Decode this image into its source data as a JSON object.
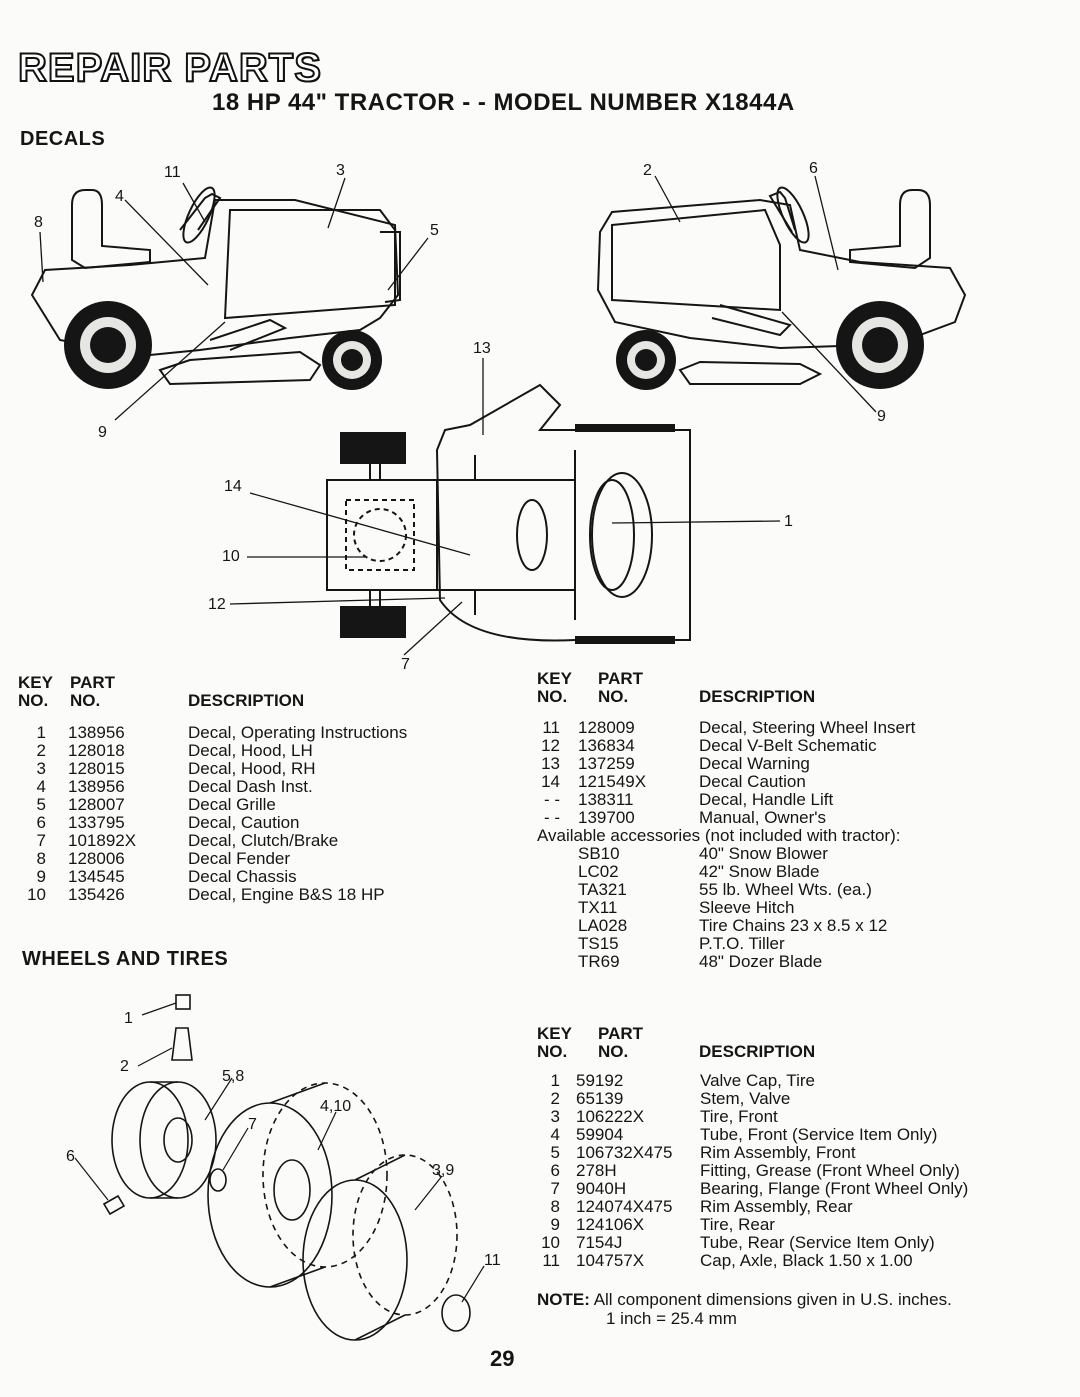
{
  "header": {
    "title": "REPAIR PARTS",
    "subtitle": "18 HP 44\" TRACTOR - - MODEL NUMBER X1844A"
  },
  "decals": {
    "section_title": "DECALS",
    "callouts": [
      "11",
      "3",
      "4",
      "8",
      "5",
      "9",
      "2",
      "6",
      "9",
      "13",
      "14",
      "10",
      "12",
      "1",
      "7"
    ],
    "table_left": {
      "headers": {
        "key_top": "KEY",
        "part_top": "PART",
        "key": "NO.",
        "part": "NO.",
        "description": "DESCRIPTION"
      },
      "rows": [
        {
          "key": "1",
          "part": "138956",
          "desc": "Decal, Operating Instructions"
        },
        {
          "key": "2",
          "part": "128018",
          "desc": "Decal, Hood, LH"
        },
        {
          "key": "3",
          "part": "128015",
          "desc": "Decal, Hood, RH"
        },
        {
          "key": "4",
          "part": "138956",
          "desc": "Decal Dash Inst."
        },
        {
          "key": "5",
          "part": "128007",
          "desc": "Decal Grille"
        },
        {
          "key": "6",
          "part": "133795",
          "desc": "Decal, Caution"
        },
        {
          "key": "7",
          "part": "101892X",
          "desc": "Decal, Clutch/Brake"
        },
        {
          "key": "8",
          "part": "128006",
          "desc": "Decal Fender"
        },
        {
          "key": "9",
          "part": "134545",
          "desc": "Decal Chassis"
        },
        {
          "key": "10",
          "part": "135426",
          "desc": "Decal, Engine B&S 18 HP"
        }
      ]
    },
    "table_right": {
      "headers": {
        "key_top": "KEY",
        "part_top": "PART",
        "key": "NO.",
        "part": "NO.",
        "description": "DESCRIPTION"
      },
      "rows": [
        {
          "key": "11",
          "part": "128009",
          "desc": "Decal, Steering Wheel Insert"
        },
        {
          "key": "12",
          "part": "136834",
          "desc": "Decal V-Belt Schematic"
        },
        {
          "key": "13",
          "part": "137259",
          "desc": "Decal Warning"
        },
        {
          "key": "14",
          "part": "121549X",
          "desc": "Decal Caution"
        },
        {
          "key": "- -",
          "part": "138311",
          "desc": "Decal, Handle Lift"
        },
        {
          "key": "- -",
          "part": "139700",
          "desc": "Manual, Owner's"
        }
      ],
      "accessories_title": "Available accessories (not included with tractor):",
      "accessories": [
        {
          "part": "SB10",
          "desc": "40\" Snow Blower"
        },
        {
          "part": "LC02",
          "desc": "42\" Snow Blade"
        },
        {
          "part": "TA321",
          "desc": "55 lb. Wheel Wts. (ea.)"
        },
        {
          "part": "TX11",
          "desc": "Sleeve Hitch"
        },
        {
          "part": "LA028",
          "desc": "Tire Chains  23 x 8.5 x 12"
        },
        {
          "part": "TS15",
          "desc": "P.T.O. Tiller"
        },
        {
          "part": "TR69",
          "desc": "48\" Dozer Blade"
        }
      ]
    }
  },
  "wheels": {
    "section_title": "WHEELS AND TIRES",
    "callouts": [
      "1",
      "2",
      "5,8",
      "4,10",
      "7",
      "6",
      "3,9",
      "11"
    ],
    "table": {
      "headers": {
        "key_top": "KEY",
        "part_top": "PART",
        "key": "NO.",
        "part": "NO.",
        "description": "DESCRIPTION"
      },
      "rows": [
        {
          "key": "1",
          "part": "59192",
          "desc": "Valve Cap, Tire"
        },
        {
          "key": "2",
          "part": "65139",
          "desc": "Stem, Valve"
        },
        {
          "key": "3",
          "part": "106222X",
          "desc": "Tire, Front"
        },
        {
          "key": "4",
          "part": "59904",
          "desc": "Tube, Front (Service Item Only)"
        },
        {
          "key": "5",
          "part": "106732X475",
          "desc": "Rim Assembly, Front"
        },
        {
          "key": "6",
          "part": "278H",
          "desc": "Fitting, Grease (Front Wheel Only)"
        },
        {
          "key": "7",
          "part": "9040H",
          "desc": "Bearing, Flange (Front Wheel Only)"
        },
        {
          "key": "8",
          "part": "124074X475",
          "desc": "Rim Assembly, Rear"
        },
        {
          "key": "9",
          "part": "124106X",
          "desc": "Tire, Rear"
        },
        {
          "key": "10",
          "part": "7154J",
          "desc": "Tube, Rear (Service Item Only)"
        },
        {
          "key": "11",
          "part": "104757X",
          "desc": "Cap, Axle, Black 1.50 x 1.00"
        }
      ]
    }
  },
  "note": {
    "label": "NOTE:",
    "text": "All component dimensions given in U.S. inches.",
    "text2": "1 inch = 25.4 mm"
  },
  "page_number": "29"
}
